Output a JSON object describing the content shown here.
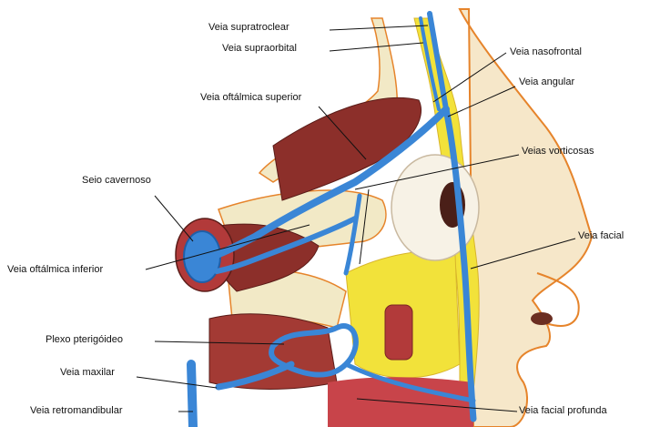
{
  "labels": {
    "supratroclear": "Veia supratroclear",
    "supraorbital": "Veia supraorbital",
    "nasofrontal": "Veia nasofrontal",
    "angular": "Veia angular",
    "oftalmica_superior": "Veia oftálmica superior",
    "vorticosas": "Veias vorticosas",
    "seio_cavernoso": "Seio cavernoso",
    "facial": "Veia facial",
    "oftalmica_inferior": "Veia oftálmica inferior",
    "plexo_pterigoideo": "Plexo pterigóideo",
    "maxilar": "Veia maxilar",
    "retromandibular": "Veia retromandibular",
    "facial_profunda": "Veia facial profunda"
  },
  "colors": {
    "vein": "#3a86d6",
    "vein_outline": "#1f5fa8",
    "bone": "#f2e9c6",
    "muscle": "#8c2f2a",
    "fat": "#f2e23a",
    "skin": "#f6e7c9",
    "skin_outline": "#e6842b",
    "red_tissue": "#c8444a"
  }
}
